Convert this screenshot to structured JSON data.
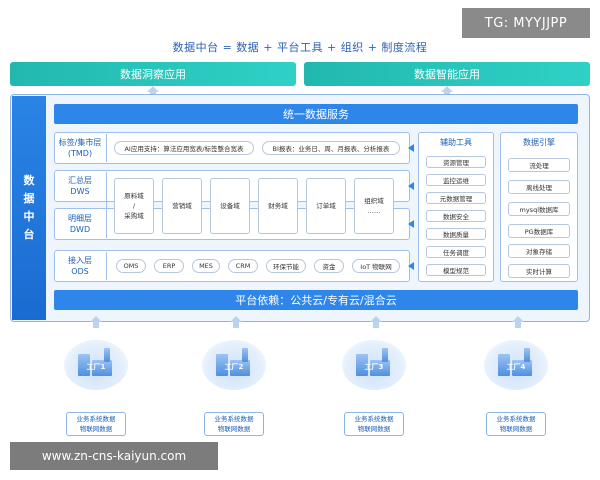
{
  "headline": "数据中台 = 数据 + 平台工具 + 组织 + 制度流程",
  "tag": "TG: MYYJJPP",
  "apps": [
    "数据洞察应用",
    "数据智能应用"
  ],
  "side_title": [
    "数",
    "据",
    "中",
    "台"
  ],
  "unified_service": "统一数据服务",
  "platform": "平台依赖：公共云/专有云/混合云",
  "layers": {
    "tmd": {
      "name": "标签/集市层",
      "code": "(TMD)",
      "items": [
        "AI应用支持：算法应用宽表/标签整合宽表",
        "BI报表：业务日、周、月报表、分析报表"
      ]
    },
    "dws": {
      "name": "汇总层",
      "code": "DWS"
    },
    "dwd": {
      "name": "明细层",
      "code": "DWD"
    },
    "ods": {
      "name": "接入层",
      "code": "ODS",
      "items": [
        "OMS",
        "ERP",
        "MES",
        "CRM",
        "环保节能",
        "资金",
        "IoT 物联网"
      ]
    }
  },
  "domains": [
    [
      "原料域",
      "/",
      "采购域"
    ],
    [
      "营销域"
    ],
    [
      "设备域"
    ],
    [
      "财务域"
    ],
    [
      "订单域"
    ],
    [
      "组织域",
      "……"
    ]
  ],
  "aux_tools": {
    "title": "辅助工具",
    "items": [
      "资源管理",
      "监控运维",
      "元数据管理",
      "数据安全",
      "数据质量",
      "任务调度",
      "模型规范"
    ]
  },
  "engine": {
    "title": "数据引擎",
    "items": [
      "流处理",
      "离线处理",
      "mysql数据库",
      "PG数据库",
      "对象存储",
      "实时计算"
    ]
  },
  "factories": [
    "工厂1",
    "工厂2",
    "工厂3",
    "工厂4"
  ],
  "sources": [
    "业务系统数据",
    "物联网数据"
  ],
  "watermark": "www.zn-cns-kaiyun.com"
}
